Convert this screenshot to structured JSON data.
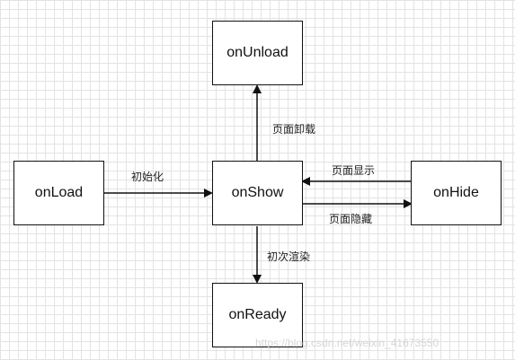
{
  "nodes": {
    "onload": "onLoad",
    "onunload": "onUnload",
    "onshow": "onShow",
    "onhide": "onHide",
    "onready": "onReady"
  },
  "edges": {
    "load_to_show": "初始化",
    "show_to_unload": "页面卸载",
    "hide_to_show": "页面显示",
    "show_to_hide": "页面隐藏",
    "show_to_ready": "初次渲染"
  },
  "watermark": "https://blog.csdn.net/weixin_41673550"
}
